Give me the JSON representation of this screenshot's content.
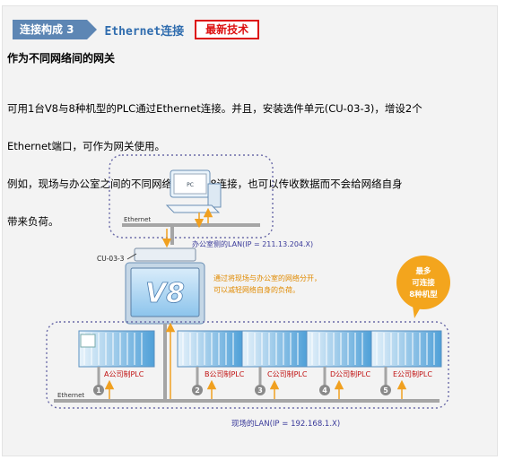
{
  "header": {
    "section_tag": "连接构成 3",
    "title": "Ethernet连接",
    "badge": "最新技术"
  },
  "subtitle": "作为不同网络间的网关",
  "body_lines": [
    "可用1台V8与8种机型的PLC通过Ethernet连接。并且，安装选件单元(CU-03-3)，增设2个",
    "Ethernet端口，可作为网关使用。",
    "例如，现场与办公室之间的不同网络即使用V8连接，也可以传收数据而不会给网络自身",
    "带来负荷。"
  ],
  "diagram": {
    "pc_label": "PC",
    "ethernet_top": "Ethernet",
    "ethernet_bottom": "Ethernet",
    "office_lan": "办公室侧的LAN(IP = 211.13.204.X)",
    "site_lan": "现场的LAN(IP = 192.168.1.X)",
    "cu_label": "CU-03-3",
    "v8_label": "V8",
    "note_lines": [
      "通过将现场与办公室的网络分开，",
      "可以减轻网络自身的负荷。"
    ],
    "bubble_lines": [
      "最多",
      "可连接",
      "8种机型"
    ],
    "plcs": [
      {
        "label": "A公司制PLC",
        "num": "1"
      },
      {
        "label": "B公司制PLC",
        "num": "2"
      },
      {
        "label": "C公司制PLC",
        "num": "3"
      },
      {
        "label": "D公司制PLC",
        "num": "4"
      },
      {
        "label": "E公司制PLC",
        "num": "5"
      }
    ]
  },
  "colors": {
    "accent_blue": "#5d86b4",
    "title_blue": "#2f6cae",
    "badge_red": "#dd1111",
    "arrow_orange": "#f0a020",
    "lan_blue": "#3a3a9a"
  }
}
